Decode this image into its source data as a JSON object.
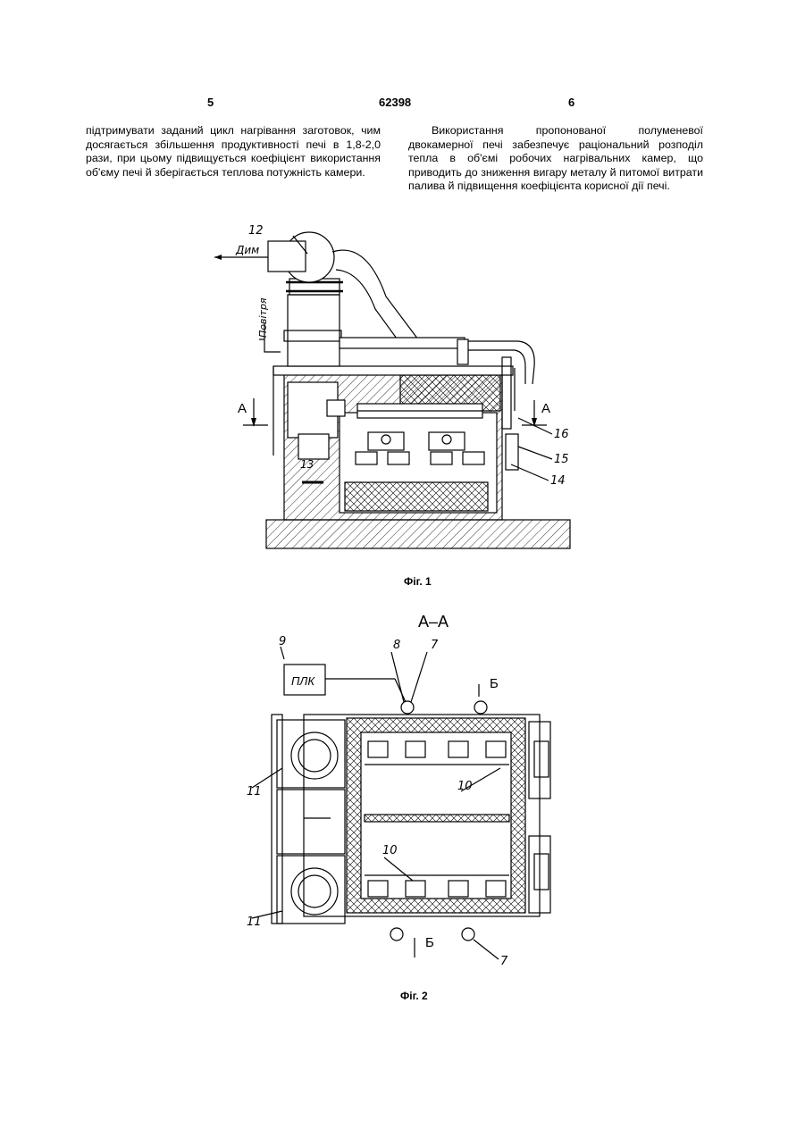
{
  "header": {
    "left_page": "5",
    "patent_number": "62398",
    "right_page": "6"
  },
  "left_column": "підтримувати заданий цикл нагрівання заготовок, чим досягається збільшення продуктивності печі в 1,8-2,0 рази, при цьому підвищується коефіцієнт використання об'єму печі й зберігається теплова потужність камери.",
  "right_column": "Використання пропонованої полуменевої двокамерної печі забезпечує раціональний розподіл тепла в об'ємі робочих нагрівальних камер, що приводить до зниження вигару металу й питомої витрати палива й підвищення коефіцієнта корисної дії печі.",
  "figure1": {
    "caption": "Фіг. 1",
    "labels": {
      "smoke": "Дим",
      "air": "Повітря",
      "n12": "12",
      "n13": "13",
      "n14": "14",
      "n15": "15",
      "n16": "16",
      "sectA_left": "А",
      "sectA_right": "А"
    }
  },
  "figure2": {
    "caption": "Фіг. 2",
    "title": "А–А",
    "labels": {
      "plc": "ПЛК",
      "n9": "9",
      "n8": "8",
      "n7_top": "7",
      "n7_bottom": "7",
      "n10_top": "10",
      "n10_bottom": "10",
      "n11_top": "11",
      "n11_bottom": "11",
      "sectB_top": "Б",
      "sectB_bottom": "Б"
    }
  }
}
